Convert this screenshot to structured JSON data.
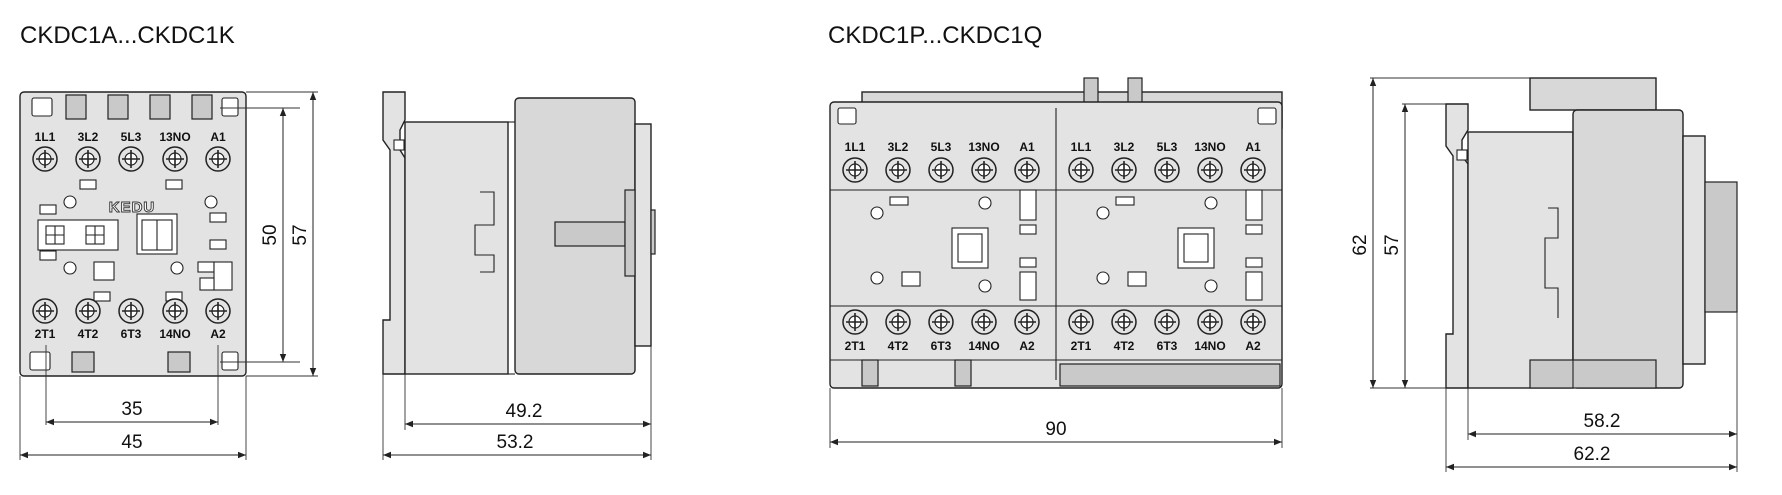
{
  "titles": {
    "left": "CKDC1A...CKDC1K",
    "right": "CKDC1P...CKDC1Q"
  },
  "brand": "KEDU",
  "terminals": {
    "top": [
      "1L1",
      "3L2",
      "5L3",
      "13NO",
      "A1"
    ],
    "bottom": [
      "2T1",
      "4T2",
      "6T3",
      "14NO",
      "A2"
    ]
  },
  "dimensions": {
    "front_inner_width": "35",
    "front_width": "45",
    "front_inner_height": "50",
    "front_height": "57",
    "side_inner_depth": "49.2",
    "side_depth": "53.2",
    "rev_width": "90",
    "rev_height": "62",
    "rev_inner_height": "57",
    "rev_inner_depth": "58.2",
    "rev_depth": "62.2"
  }
}
